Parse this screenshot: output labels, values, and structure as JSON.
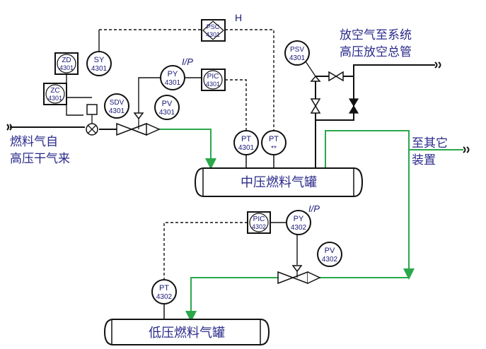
{
  "inlet_label": [
    "燃料气自",
    "高压干气来"
  ],
  "vent_label": [
    "放空气至系统",
    "高压放空总管"
  ],
  "outlet_label": [
    "至其它",
    "装置"
  ],
  "mp_drum": "中压燃料气罐",
  "lp_drum": "低压燃料气罐",
  "marks": {
    "h": "H",
    "ip1": "I/P",
    "ip2": "I/P"
  },
  "instruments": [
    {
      "id": "zd",
      "tag": "ZD",
      "num": "4301"
    },
    {
      "id": "zc",
      "tag": "ZC",
      "num": "4301"
    },
    {
      "id": "sy",
      "tag": "SY",
      "num": "4301"
    },
    {
      "id": "sdv",
      "tag": "SDV",
      "num": "4301"
    },
    {
      "id": "psc",
      "tag": "PSC",
      "num": "4301"
    },
    {
      "id": "py1",
      "tag": "PY",
      "num": "4301"
    },
    {
      "id": "pic1",
      "tag": "PIC",
      "num": "4301"
    },
    {
      "id": "pv1",
      "tag": "PV",
      "num": "4301"
    },
    {
      "id": "pt1",
      "tag": "PT",
      "num": "4301"
    },
    {
      "id": "pt2",
      "tag": "PT",
      "num": "**"
    },
    {
      "id": "psv",
      "tag": "PSV",
      "num": "4301"
    },
    {
      "id": "pic2",
      "tag": "PIC",
      "num": "4302"
    },
    {
      "id": "py2",
      "tag": "PY",
      "num": "4302"
    },
    {
      "id": "pv2",
      "tag": "PV",
      "num": "4302"
    },
    {
      "id": "pt3",
      "tag": "PT",
      "num": "4302"
    }
  ],
  "colors": {
    "process_line": "#2aa84a",
    "main_line": "#111111",
    "text": "#2a2a8a"
  }
}
